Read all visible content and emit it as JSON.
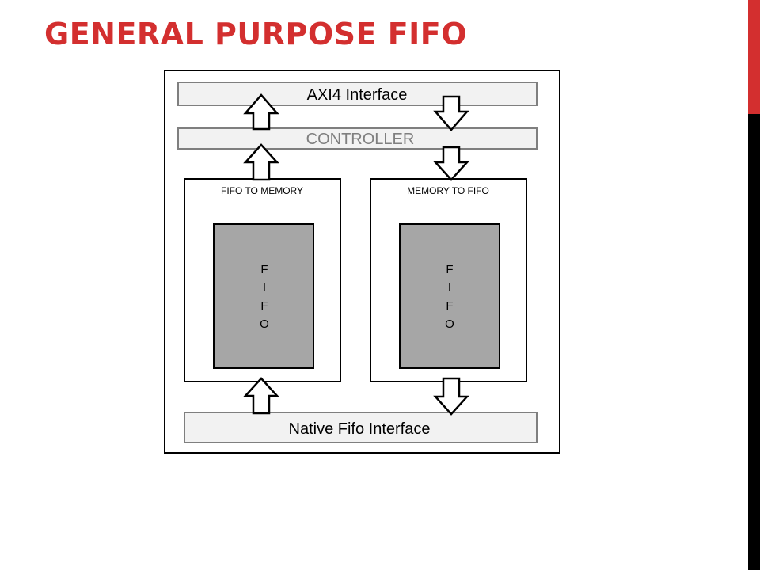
{
  "slide": {
    "title": "GENERAL PURPOSE FIFO",
    "accent_color": "#d32f2f",
    "sidebar_color": "#000000"
  },
  "diagram": {
    "axi_label": "AXI4 Interface",
    "controller_label": "CONTROLLER",
    "left_block_label": "FIFO TO MEMORY",
    "right_block_label": "MEMORY TO FIFO",
    "fifo_letters": [
      "F",
      "I",
      "F",
      "O"
    ],
    "native_label": "Native Fifo Interface",
    "fifo_fill_color": "#a6a6a6",
    "bar_fill_color": "#f2f2f2"
  }
}
